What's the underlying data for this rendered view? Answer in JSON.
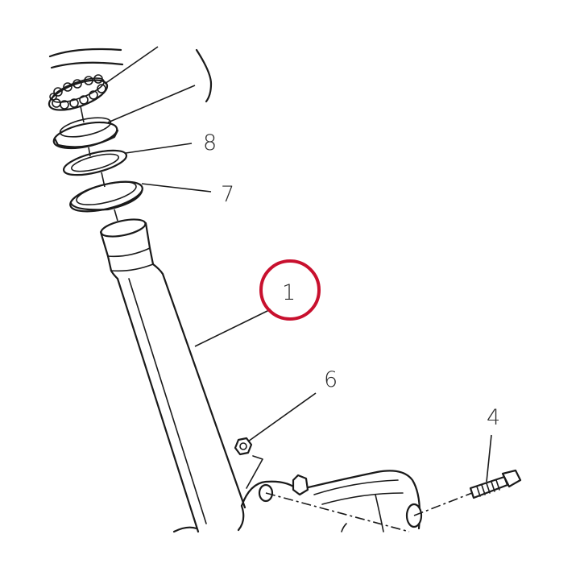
{
  "callouts": {
    "c1": "1",
    "c4": "4",
    "c6": "6",
    "c7": "7",
    "c8": "8"
  },
  "highlight": {
    "target": "1",
    "color": "#c8102e"
  },
  "icons": {
    "highlight": "highlight-circle-icon"
  }
}
